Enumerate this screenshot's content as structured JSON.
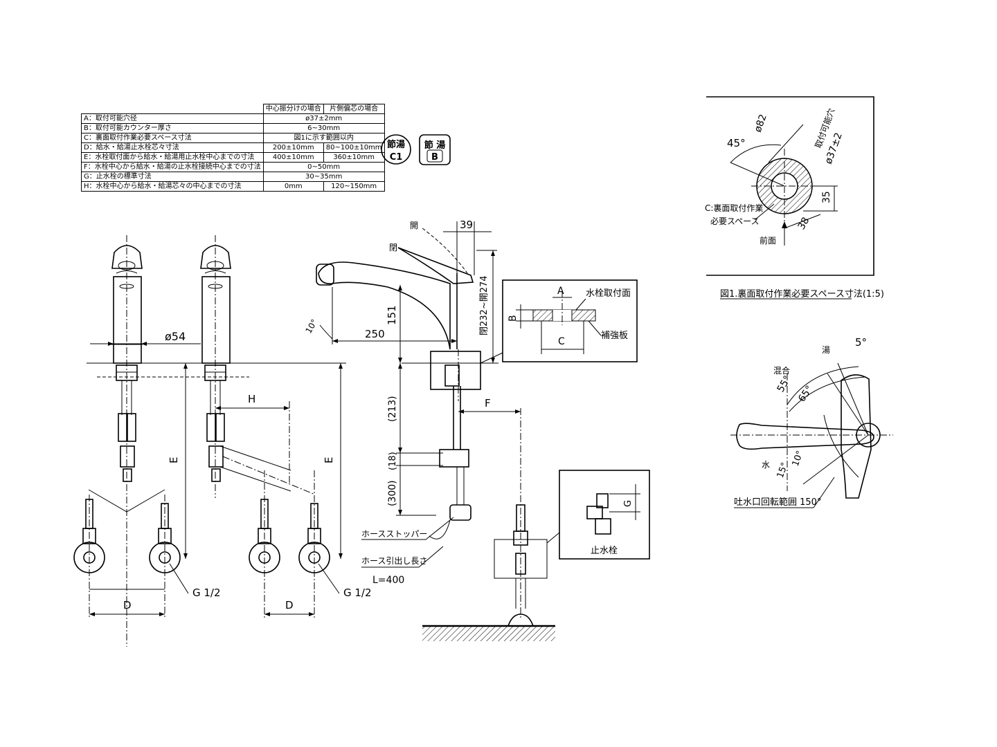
{
  "spec_table": {
    "headers": [
      "中心振分けの場合",
      "片側偏芯の場合"
    ],
    "rows": [
      {
        "label": "A：取付可能穴径",
        "both": "ø37±2mm"
      },
      {
        "label": "B：取付可能カウンター厚さ",
        "both": "6~30mm"
      },
      {
        "label": "C：裏面取付作業必要スペース寸法",
        "both": "図1に示す範囲以内"
      },
      {
        "label": "D：給水・給湯止水栓芯々寸法",
        "center": "200±10mm",
        "offset": "80~100±10mm"
      },
      {
        "label": "E：水栓取付面から給水・給湯用止水栓中心までの寸法",
        "center": "400±10mm",
        "offset": "360±10mm"
      },
      {
        "label": "F：水栓中心から給水・給湯の止水栓接続中心までの寸法",
        "both": "0~50mm"
      },
      {
        "label": "G：止水栓の標準寸法",
        "both": "30~35mm"
      },
      {
        "label": "H：水栓中心から給水・給湯芯々の中心までの寸法",
        "center": "0mm",
        "offset": "120~150mm"
      }
    ]
  },
  "badges": [
    {
      "top": "節湯",
      "bottom": "C1"
    },
    {
      "top": "節 湯",
      "bottom": "B"
    }
  ],
  "figure1": {
    "angle": "45°",
    "diameter_outer": "ø82",
    "hole_label": "取付可能穴",
    "hole_dim": "ø37±2",
    "dim_35": "35",
    "dim_38": "38",
    "space_label_1": "C:裏面取付作業",
    "space_label_2": "必要スペース",
    "front": "前面",
    "caption": "図1.裏面取付作業必要スペース寸法(1:5)"
  },
  "front_view": {
    "dia": "ø54",
    "E": "E",
    "H": "H",
    "D": "D",
    "thread_left": "G 1/2",
    "thread_right": "G 1/2"
  },
  "side_view": {
    "open_top": "開",
    "open_side": "閉",
    "dim_39": "39",
    "dim_274": "閉232~開274",
    "dim_151": "151",
    "dim_250": "250",
    "angle_10": "10°",
    "dim_213": "(213)",
    "dim_18": "(18)",
    "dim_300": "(300)",
    "F": "F",
    "hose_stopper": "ホースストッパー",
    "hose_length": "ホース引出し長さ",
    "hose_L": "L=400"
  },
  "mount_detail": {
    "A": "A",
    "B": "B",
    "C": "C",
    "mount_surface": "水栓取付面",
    "reinforcement": "補強板"
  },
  "valve_detail": {
    "G": "G",
    "label": "止水栓"
  },
  "top_view": {
    "hot": "湯",
    "angle_5": "5°",
    "mix": "混合",
    "angle_55": "55°",
    "angle_65": "65°",
    "water": "水",
    "angle_15": "15°",
    "angle_10": "10°",
    "spout_range": "吐水口回転範囲 150°"
  }
}
